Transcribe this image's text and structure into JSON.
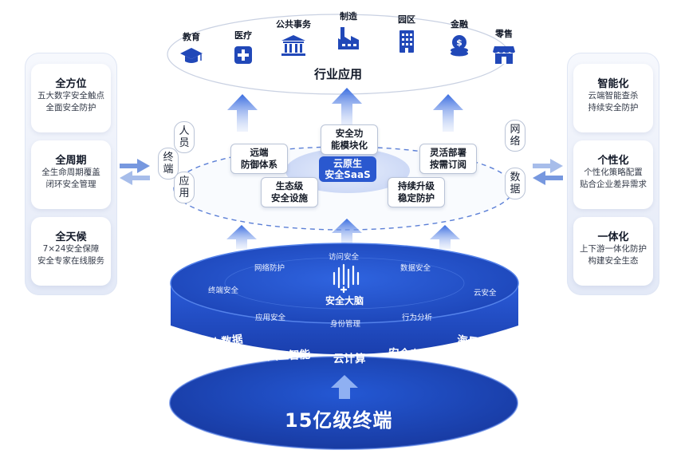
{
  "industries": [
    {
      "label": "教育",
      "icon": "graduation-cap-icon"
    },
    {
      "label": "医疗",
      "icon": "medical-cross-icon"
    },
    {
      "label": "公共事务",
      "icon": "government-building-icon"
    },
    {
      "label": "制造",
      "icon": "factory-icon"
    },
    {
      "label": "园区",
      "icon": "office-building-icon"
    },
    {
      "label": "金融",
      "icon": "coin-stack-icon"
    },
    {
      "label": "零售",
      "icon": "shop-icon"
    }
  ],
  "industry_title": "行业应用",
  "left_panel": [
    {
      "title": "全方位",
      "lines": [
        "五大数字安全触点",
        "全面安全防护"
      ]
    },
    {
      "title": "全周期",
      "lines": [
        "全生命周期覆盖",
        "闭环安全管理"
      ]
    },
    {
      "title": "全天候",
      "lines": [
        "7×24安全保障",
        "安全专家在线服务"
      ]
    }
  ],
  "right_panel": [
    {
      "title": "智能化",
      "lines": [
        "云端智能查杀",
        "持续安全防护"
      ]
    },
    {
      "title": "个性化",
      "lines": [
        "个性化策略配置",
        "贴合企业差异需求"
      ]
    },
    {
      "title": "一体化",
      "lines": [
        "上下游一体化防护",
        "构建安全生态"
      ]
    }
  ],
  "left_words": [
    "人员",
    "终端",
    "应用"
  ],
  "right_words": [
    "网络",
    "数据"
  ],
  "features": {
    "remote": "远端防御体系",
    "modular": "安全功能模块化",
    "eco": "生态级安全设施",
    "flexible": "灵活部署按需订阅",
    "continuous": "持续升级稳定防护"
  },
  "cloud_label_1": "云原生",
  "cloud_label_2": "安全SaaS",
  "brain": {
    "title": "安全大脑",
    "nodes": [
      "网络防护",
      "访问安全",
      "数据安全",
      "终端安全",
      "云安全",
      "应用安全",
      "身份管理",
      "行为分析"
    ]
  },
  "drum_labels": [
    "安全大数据",
    "人工智能",
    "云计算",
    "安全专家",
    "海量探针"
  ],
  "base_label": "15亿级终端",
  "colors": {
    "primary": "#1f49c6",
    "dark": "#163a9e",
    "light": "#dbe5fb"
  }
}
